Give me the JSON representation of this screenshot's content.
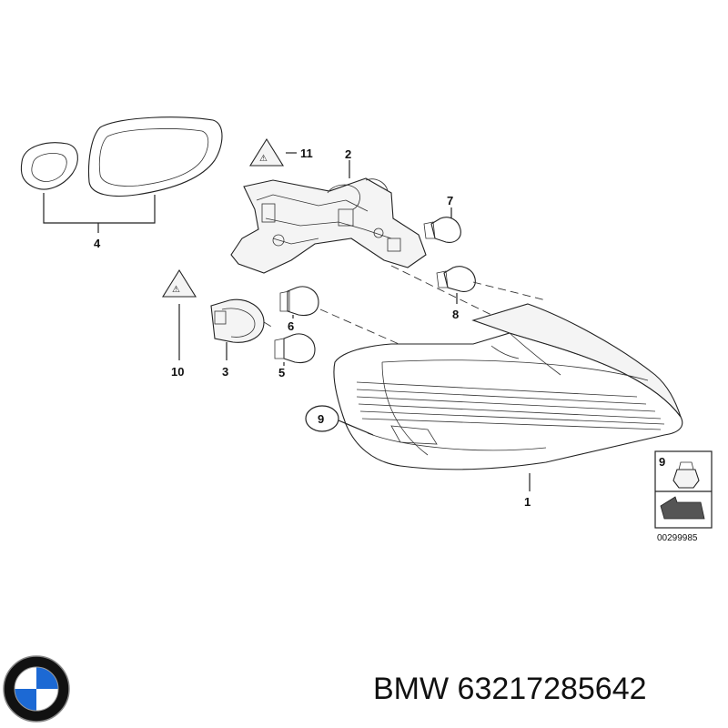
{
  "diagram": {
    "callouts": [
      "1",
      "2",
      "3",
      "4",
      "5",
      "6",
      "7",
      "8",
      "9",
      "10",
      "11"
    ],
    "inset": {
      "label": "9",
      "code": "00299985"
    }
  },
  "brand": {
    "text": "BMW 63217285642"
  },
  "colors": {
    "logo_blue": "#1c69d4",
    "logo_ring": "#111111",
    "logo_white": "#ffffff"
  }
}
